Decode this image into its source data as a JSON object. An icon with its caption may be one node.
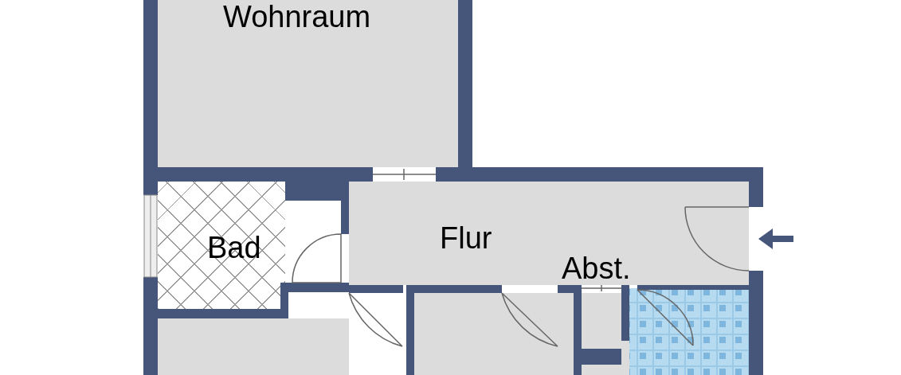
{
  "diagram": {
    "nodes": [
      {
        "text": [
          "Wohnraum"
        ]
      },
      {
        "text": [
          "Bad"
        ]
      },
      {
        "text": [
          "Flur"
        ]
      }
    ],
    "labels": [
      "Abst."
    ]
  }
}
